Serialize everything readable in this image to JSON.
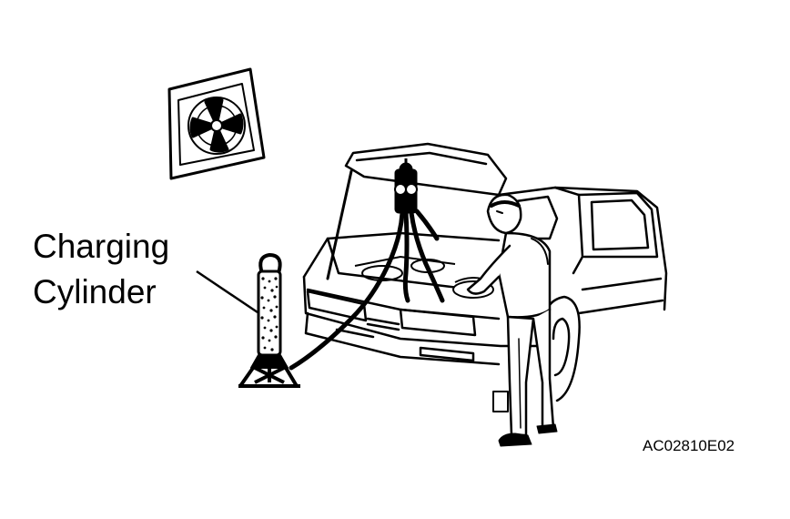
{
  "callout": {
    "line1": "Charging",
    "line2": "Cylinder"
  },
  "figure_id": "AC02810E02",
  "colors": {
    "ink": "#000000",
    "paper": "#ffffff"
  }
}
